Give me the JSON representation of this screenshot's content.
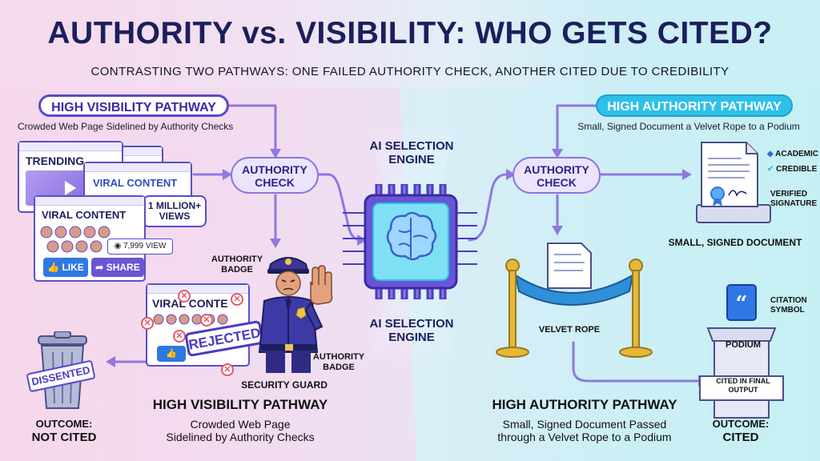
{
  "title": "AUTHORITY vs. VISIBILITY: WHO GETS CITED?",
  "subtitle": "CONTRASTING TWO PATHWAYS: ONE FAILED AUTHORITY CHECK, ANOTHER CITED DUE TO CREDIBILITY",
  "left": {
    "pathway_label": "HIGH VISIBILITY PATHWAY",
    "pathway_desc": "Crowded Web Page Sidelined by Authority Checks",
    "trending": "TRENDING",
    "viral_content_1": "VIRAL CONTENT",
    "viral_content_2": "VIRAL CONTENT",
    "views_bubble": "1 MILLION+ VIEWS",
    "view_count": "7,999 VIEW",
    "like": "LIKE",
    "share": "SHARE",
    "authority_check": "AUTHORITY CHECK",
    "authority_badge_top": "AUTHORITY BADGE",
    "authority_badge_bottom": "AUTHORITY BADGE",
    "security_guard": "SECURITY GUARD",
    "rejected_page_text": "VIRAL CONTE",
    "rejected_stamp": "REJECTED",
    "dissented": "DISSENTED",
    "outcome_label": "OUTCOME:",
    "outcome_value": "NOT CITED",
    "bottom_title": "HIGH VISIBILITY PATHWAY",
    "bottom_desc_1": "Crowded Web Page",
    "bottom_desc_2": "Sidelined by Authority Checks"
  },
  "center": {
    "engine_top": "AI SELECTION ENGINE",
    "engine_bottom": "AI SELECTION ENGINE"
  },
  "right": {
    "pathway_label": "HIGH AUTHORITY PATHWAY",
    "pathway_desc": "Small, Signed Document a Velvet Rope to a Podium",
    "authority_check": "AUTHORITY CHECK",
    "academic": "ACADEMIC",
    "credible": "CREDIBLE",
    "verified_signature": "VERIFIED SIGNATURE",
    "small_signed_doc": "SMALL, SIGNED DOCUMENT",
    "velvet_rope": "VELVET ROPE",
    "citation_symbol": "CITATION SYMBOL",
    "podium": "PODIUM",
    "cited_in_final": "CITED IN FINAL OUTPUT",
    "outcome_label": "OUTCOME:",
    "outcome_value": "CITED",
    "bottom_title": "HIGH AUTHORITY PATHWAY",
    "bottom_desc_1": "Small, Signed Document Passed",
    "bottom_desc_2": "through a Velvet Rope to a Podium"
  },
  "colors": {
    "navy": "#1c1f5c",
    "purple": "#5a48cf",
    "cyan": "#2ec0ea",
    "like_blue": "#2f78e4",
    "reject_red": "#e35a68"
  }
}
